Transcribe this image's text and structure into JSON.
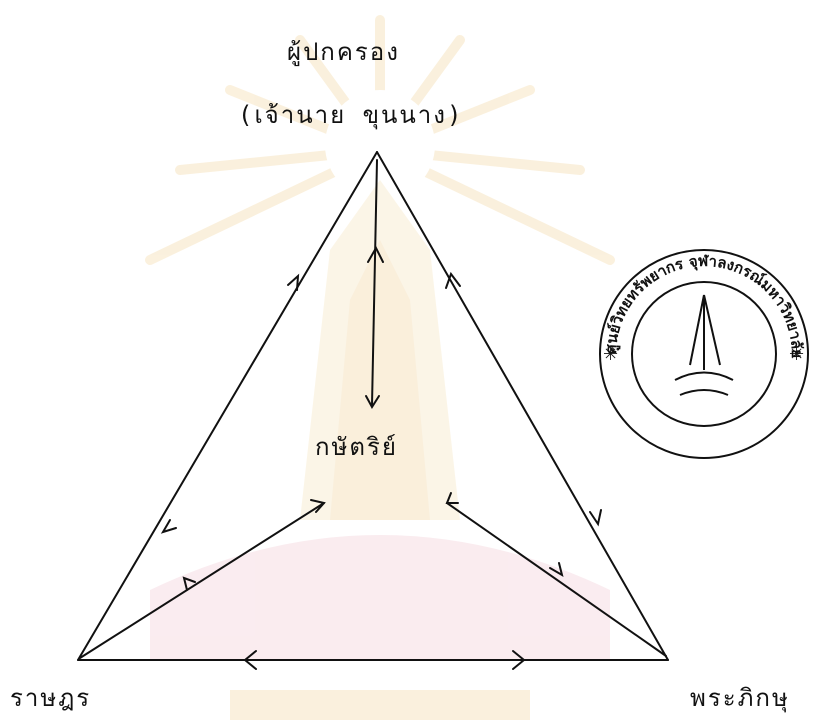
{
  "nodes": {
    "top": {
      "line1": "ผู้ปกครอง",
      "line2": "(เจ้านาย ขุนนาง)"
    },
    "center": "กษัตริย์",
    "bottom_left": "ราษฎร",
    "bottom_right": "พระภิกษุ"
  },
  "stamp": {
    "text": "ศูนย์วิทยทรัพยากร จุฬาลงกรณ์มหาวิทยาลัย"
  },
  "colors": {
    "line": "#111111",
    "watermark": "#f3d7a0",
    "watermark_base": "#f1c9d4"
  }
}
